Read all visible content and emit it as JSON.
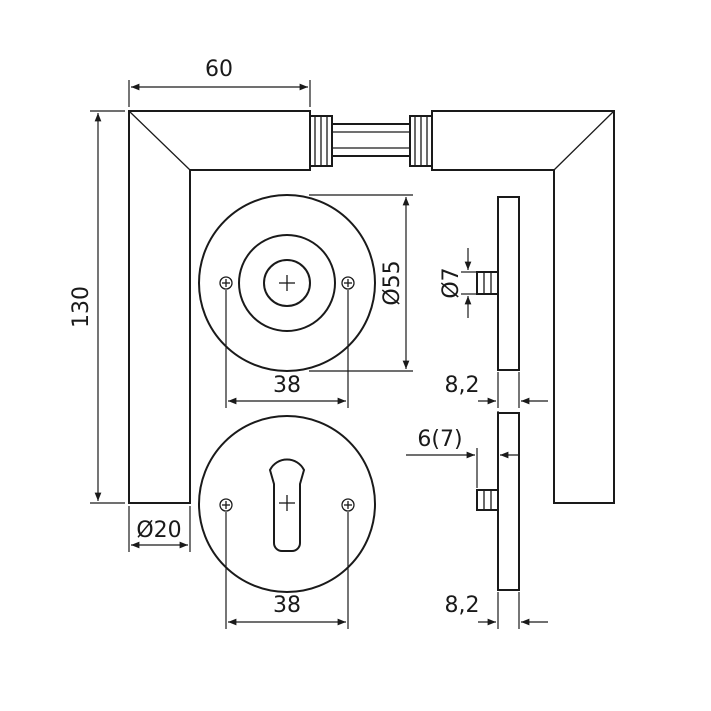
{
  "dimensions": {
    "lever_length": "60",
    "lever_height": "130",
    "lever_diameter": "Ø20",
    "rosette_diameter": "Ø55",
    "rosette_hole_spacing": "38",
    "escutcheon_hole_spacing": "38",
    "pin_diameter": "Ø7",
    "rosette_thickness_top": "8,2",
    "rosette_thickness_bottom": "8,2",
    "pin_length": "6(7)"
  },
  "colors": {
    "line": "#1a1a1a",
    "background": "#ffffff"
  }
}
